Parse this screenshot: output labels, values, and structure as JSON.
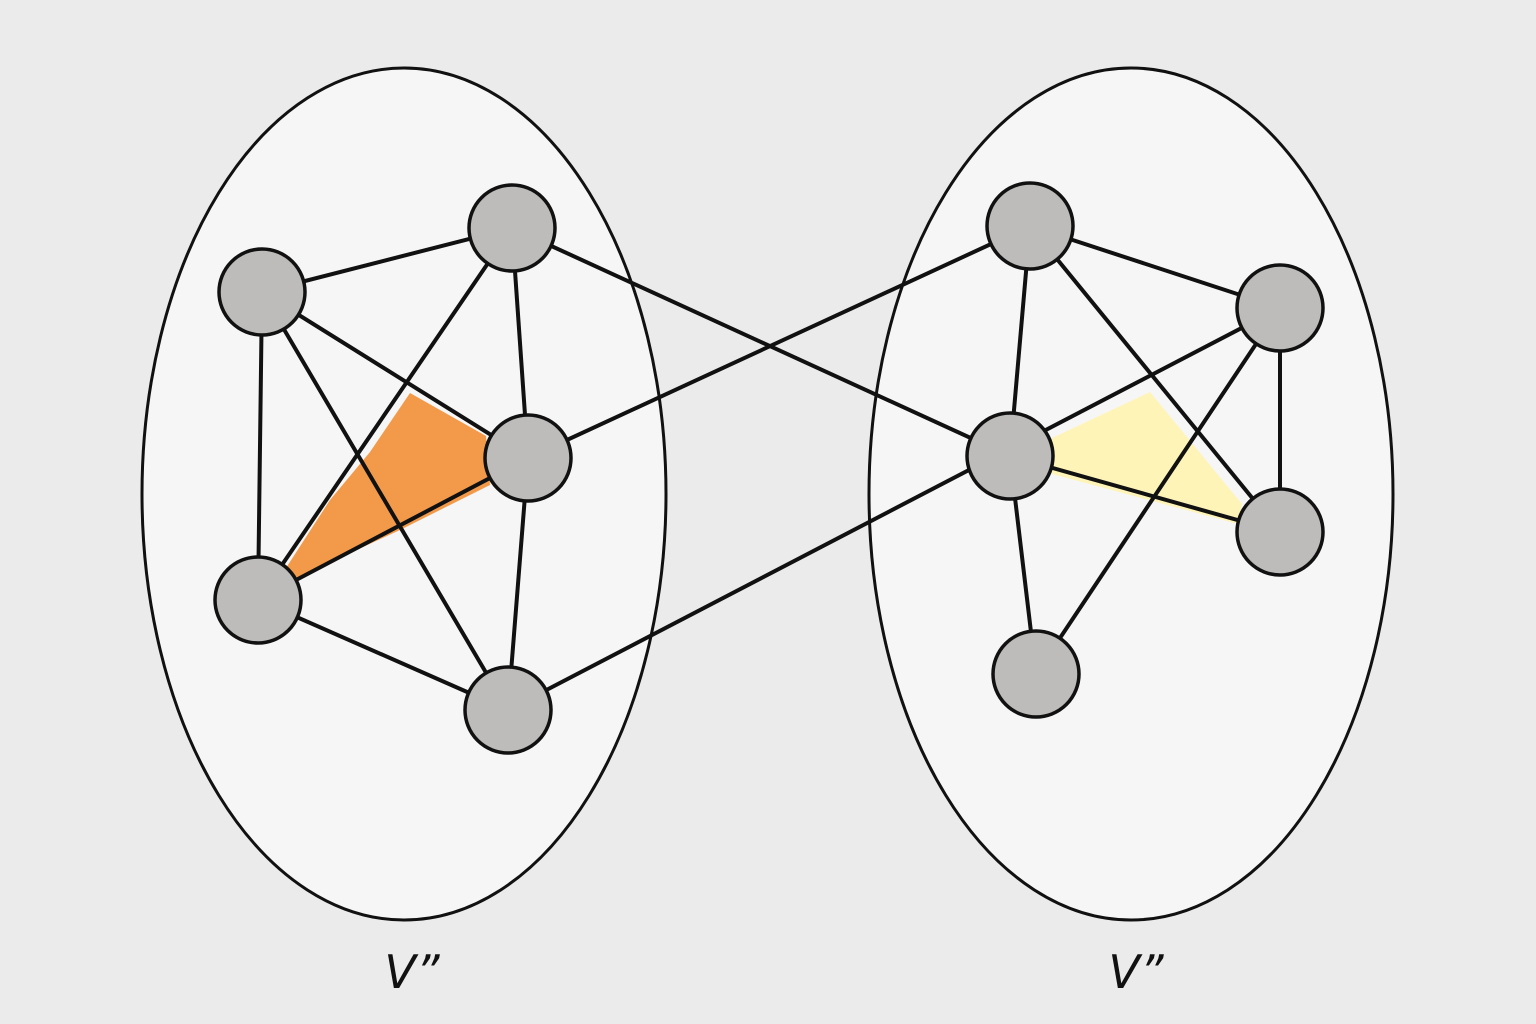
{
  "diagram": {
    "partitions": [
      {
        "id": "left",
        "label": "V”"
      },
      {
        "id": "right",
        "label": "V”"
      }
    ],
    "colors": {
      "background": "#ebebeb",
      "partition_fill": "#f6f6f6",
      "node_fill": "#bdbcba",
      "stroke": "#111111",
      "highlight_left": "#f29a4a",
      "highlight_right": "#fff4b8"
    },
    "nodes": [
      {
        "id": "L1",
        "partition": "left"
      },
      {
        "id": "L2",
        "partition": "left"
      },
      {
        "id": "L3",
        "partition": "left"
      },
      {
        "id": "L4",
        "partition": "left"
      },
      {
        "id": "L5",
        "partition": "left"
      },
      {
        "id": "R1",
        "partition": "right"
      },
      {
        "id": "R2",
        "partition": "right"
      },
      {
        "id": "R3",
        "partition": "right"
      },
      {
        "id": "R4",
        "partition": "right"
      },
      {
        "id": "R5",
        "partition": "right"
      }
    ],
    "edges": [
      [
        "L1",
        "L2"
      ],
      [
        "L1",
        "L3"
      ],
      [
        "L1",
        "L4"
      ],
      [
        "L1",
        "L5"
      ],
      [
        "L2",
        "L3"
      ],
      [
        "L2",
        "L4"
      ],
      [
        "L2",
        "R4"
      ],
      [
        "L3",
        "L4"
      ],
      [
        "L3",
        "L5"
      ],
      [
        "L3",
        "R1"
      ],
      [
        "L4",
        "L5"
      ],
      [
        "L5",
        "R2"
      ],
      [
        "R1",
        "R2"
      ],
      [
        "R1",
        "R3"
      ],
      [
        "R1",
        "R4"
      ],
      [
        "R2",
        "R3"
      ],
      [
        "R2",
        "R5"
      ],
      [
        "R3",
        "R4"
      ],
      [
        "R4",
        "R5"
      ]
    ],
    "highlighted_faces": [
      {
        "partition": "left",
        "color_key": "highlight_left"
      },
      {
        "partition": "right",
        "color_key": "highlight_right"
      }
    ]
  }
}
